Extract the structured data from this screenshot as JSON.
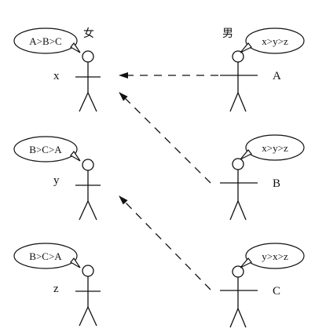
{
  "women": [
    {
      "label": "x",
      "preference": "A>B>C",
      "gender": "女"
    },
    {
      "label": "y",
      "preference": "B>C>A"
    },
    {
      "label": "z",
      "preference": "B>C>A"
    }
  ],
  "men": [
    {
      "label": "A",
      "preference": "x>y>z",
      "gender": "男"
    },
    {
      "label": "B",
      "preference": "x>y>z"
    },
    {
      "label": "C",
      "preference": "y>x>z"
    }
  ],
  "proposals": [
    {
      "from": "A",
      "to": "x"
    },
    {
      "from": "B",
      "to": "x"
    },
    {
      "from": "C",
      "to": "y"
    }
  ]
}
